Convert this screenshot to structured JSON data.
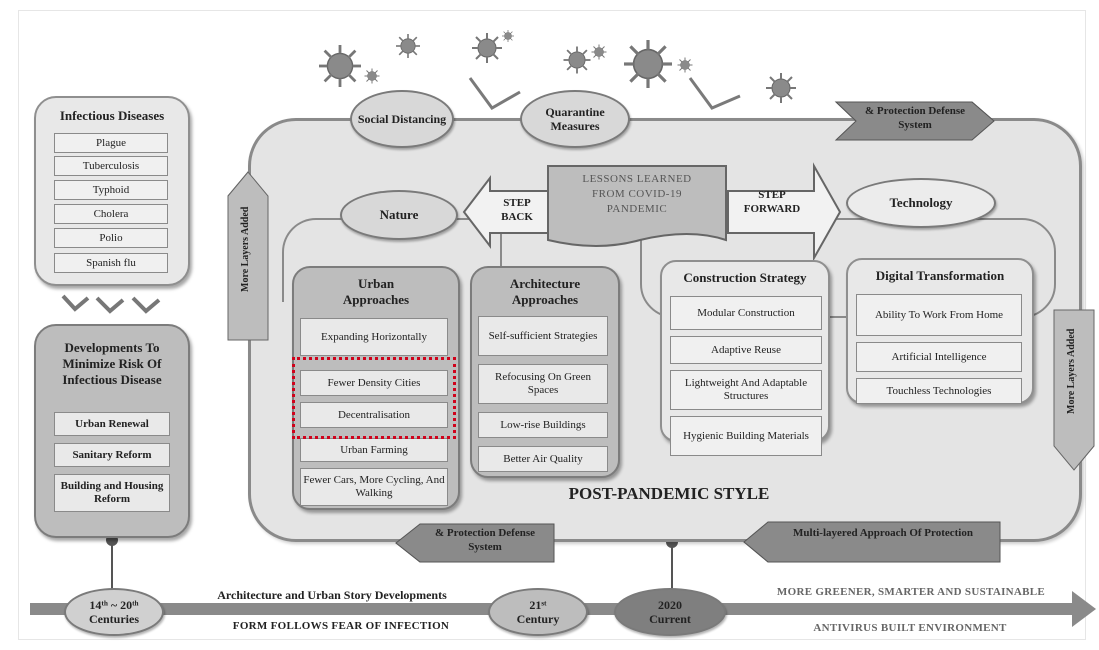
{
  "diseases": {
    "title": "Infectious Diseases",
    "items": [
      "Plague",
      "Tuberculosis",
      "Typhoid",
      "Cholera",
      "Polio",
      "Spanish flu"
    ]
  },
  "developments": {
    "title": "Developments To Minimize Risk Of Infectious Disease",
    "items": [
      "Urban Renewal",
      "Sanitary Reform",
      "Building and Housing Reform"
    ]
  },
  "top": {
    "social": "Social Distancing",
    "quarantine": "Quarantine Measures",
    "protection_top": "& Protection Defense System"
  },
  "center": {
    "nature": "Nature",
    "technology": "Technology",
    "step_back": "STEP BACK",
    "step_forward": "STEP FORWARD",
    "lessons": "LESSONS LEARNED FROM COVID-19 PANDEMIC",
    "more_layers_left": "More Layers Added",
    "more_layers_right": "More Layers Added",
    "post_pandemic": "POST-PANDEMIC STYLE"
  },
  "urban": {
    "title": "Urban Approaches",
    "items": [
      "Expanding Horizontally",
      "Fewer Density Cities",
      "Decentralisation",
      "Urban Farming",
      "Fewer Cars, More Cycling, And Walking"
    ]
  },
  "architecture": {
    "title": "Architecture Approaches",
    "items": [
      "Self-sufficient Strategies",
      "Refocusing On Green Spaces",
      "Low-rise Buildings",
      "Better Air Quality"
    ]
  },
  "construction": {
    "title": "Construction Strategy",
    "items": [
      "Modular Construction",
      "Adaptive Reuse",
      "Lightweight And Adaptable Structures",
      "Hygienic Building Materials"
    ]
  },
  "digital": {
    "title": "Digital Transformation",
    "items": [
      "Ability To Work From Home",
      "Artificial Intelligence",
      "Touchless Technologies"
    ]
  },
  "bottom": {
    "protection_bottom": "& Protection Defense System",
    "multilayered": "Multi-layered Approach Of Protection"
  },
  "timeline": {
    "centuries_line1": "14ᵗʰ ~ 20ᵗʰ",
    "centuries_line2": "Centuries",
    "century21_line1": "21ˢᵗ",
    "century21_line2": "Century",
    "year2020": "2020",
    "current": "Current",
    "arch_story": "Architecture and Urban Story Developments",
    "form_follows": "FORM FOLLOWS FEAR OF INFECTION",
    "greener": "MORE GREENER, SMARTER AND SUSTAINABLE",
    "antivirus": "ANTIVIRUS BUILT ENVIRONMENT"
  },
  "colors": {
    "panel": "#e8e8e8",
    "dark_panel": "#bdbdbd",
    "dark_fill": "#7f7f7f",
    "highlight": "#d0021b"
  }
}
